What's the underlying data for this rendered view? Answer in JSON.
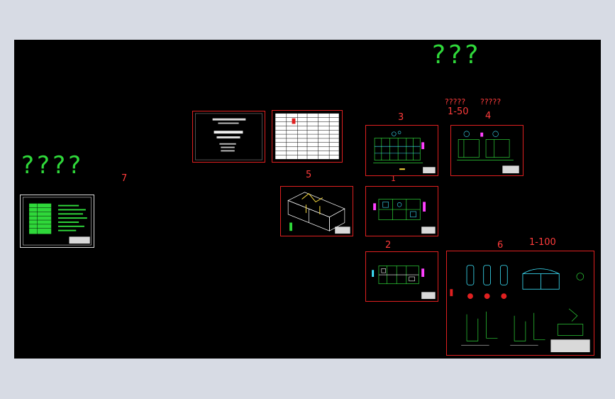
{
  "window": {
    "background": "#d7dbe4",
    "canvas_color": "#000000"
  },
  "labels": {
    "q_top": "???",
    "q_small_left": "?????",
    "q_small_right": "?????",
    "scale_1_50": "1-50",
    "n3": "3",
    "n4": "4",
    "q_left": "????",
    "n7": "7",
    "n5": "5",
    "n1": "1",
    "n2": "2",
    "n6": "6",
    "scale_1_100": "1-100"
  },
  "colors": {
    "label_red": "#ff3b3b",
    "question_green": "#2fd83a",
    "sheet_border": "#e02020",
    "cad_green": "#2fd83a",
    "cad_cyan": "#3ee6ff",
    "cad_magenta": "#ff40ff",
    "cad_yellow": "#ffe040",
    "cad_white": "#ffffff"
  },
  "sheets": [
    {
      "id": "cover",
      "icon": "cover-sheet-icon"
    },
    {
      "id": "index",
      "icon": "table-sheet-icon"
    },
    {
      "id": "sheet-3",
      "icon": "section-drawing-icon"
    },
    {
      "id": "sheet-4",
      "icon": "section-drawing-icon"
    },
    {
      "id": "sheet-5",
      "icon": "isometric-drawing-icon"
    },
    {
      "id": "sheet-1",
      "icon": "plan-drawing-icon"
    },
    {
      "id": "sheet-2",
      "icon": "plan-drawing-icon"
    },
    {
      "id": "sheet-6",
      "icon": "detail-drawing-icon"
    },
    {
      "id": "sheet-7",
      "icon": "notes-sheet-icon"
    }
  ]
}
